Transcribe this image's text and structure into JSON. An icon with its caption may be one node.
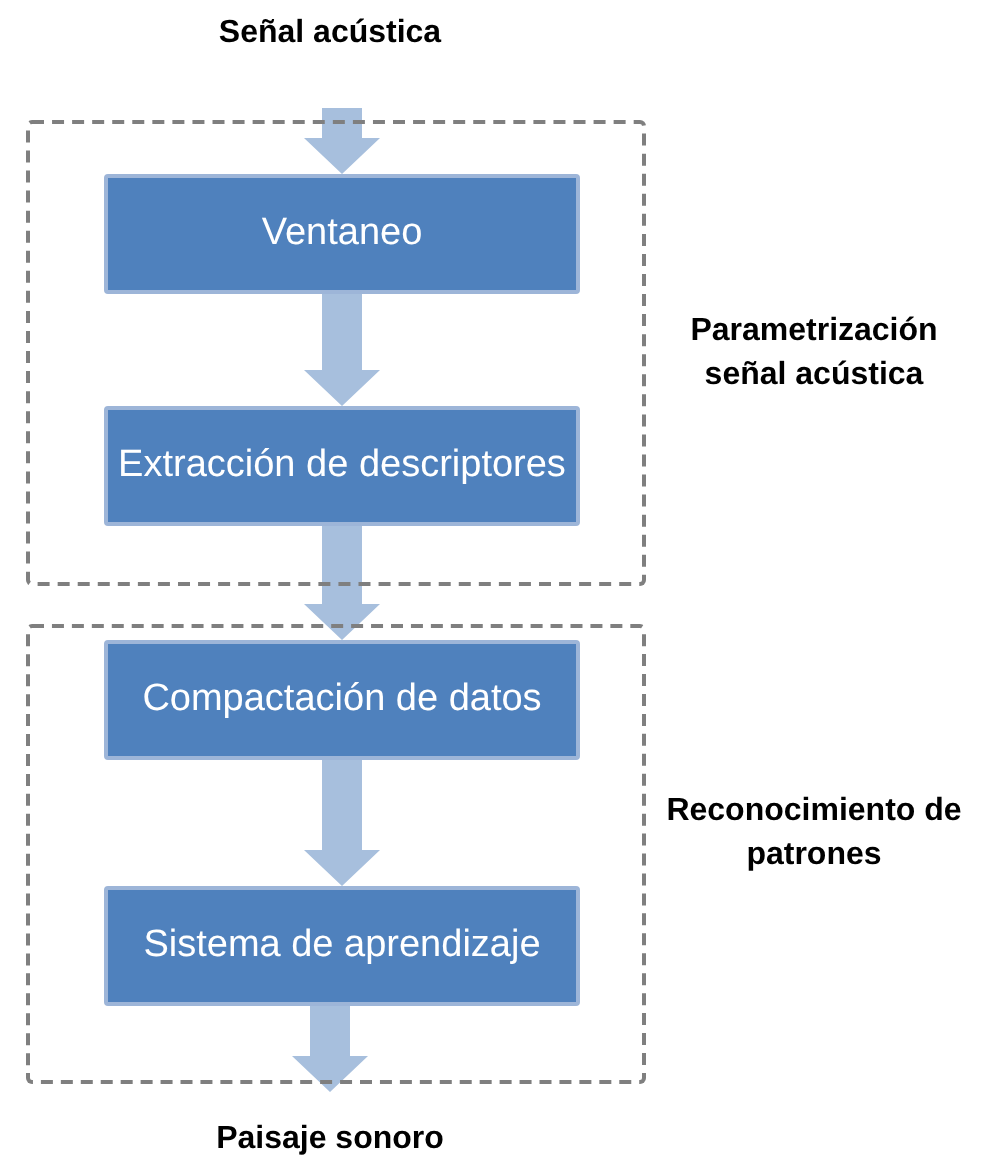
{
  "diagram": {
    "nodes": [
      {
        "text": [
          "Señal acústica"
        ]
      },
      {
        "text": [
          "Parametrización señal acústica"
        ]
      },
      {
        "text": [
          "Ventaneo"
        ],
        "in": 1
      },
      {
        "text": [
          "Extracción de descriptores"
        ],
        "in": 1
      },
      {
        "text": [
          "Reconocimiento de patrones"
        ]
      },
      {
        "text": [
          "Compactación de datos"
        ],
        "in": 4
      },
      {
        "text": [
          "Sistema de aprendizaje"
        ],
        "in": 4
      },
      {
        "text": [
          "Paisaje sonoro"
        ]
      }
    ],
    "edges": [
      {
        "from": 0,
        "to": 2,
        "arrow": "to"
      },
      {
        "from": 2,
        "to": 3,
        "arrow": "to"
      },
      {
        "from": 3,
        "to": 5,
        "arrow": "to"
      },
      {
        "from": 5,
        "to": 6,
        "arrow": "to"
      },
      {
        "from": 6,
        "to": 7,
        "arrow": "to"
      }
    ]
  }
}
